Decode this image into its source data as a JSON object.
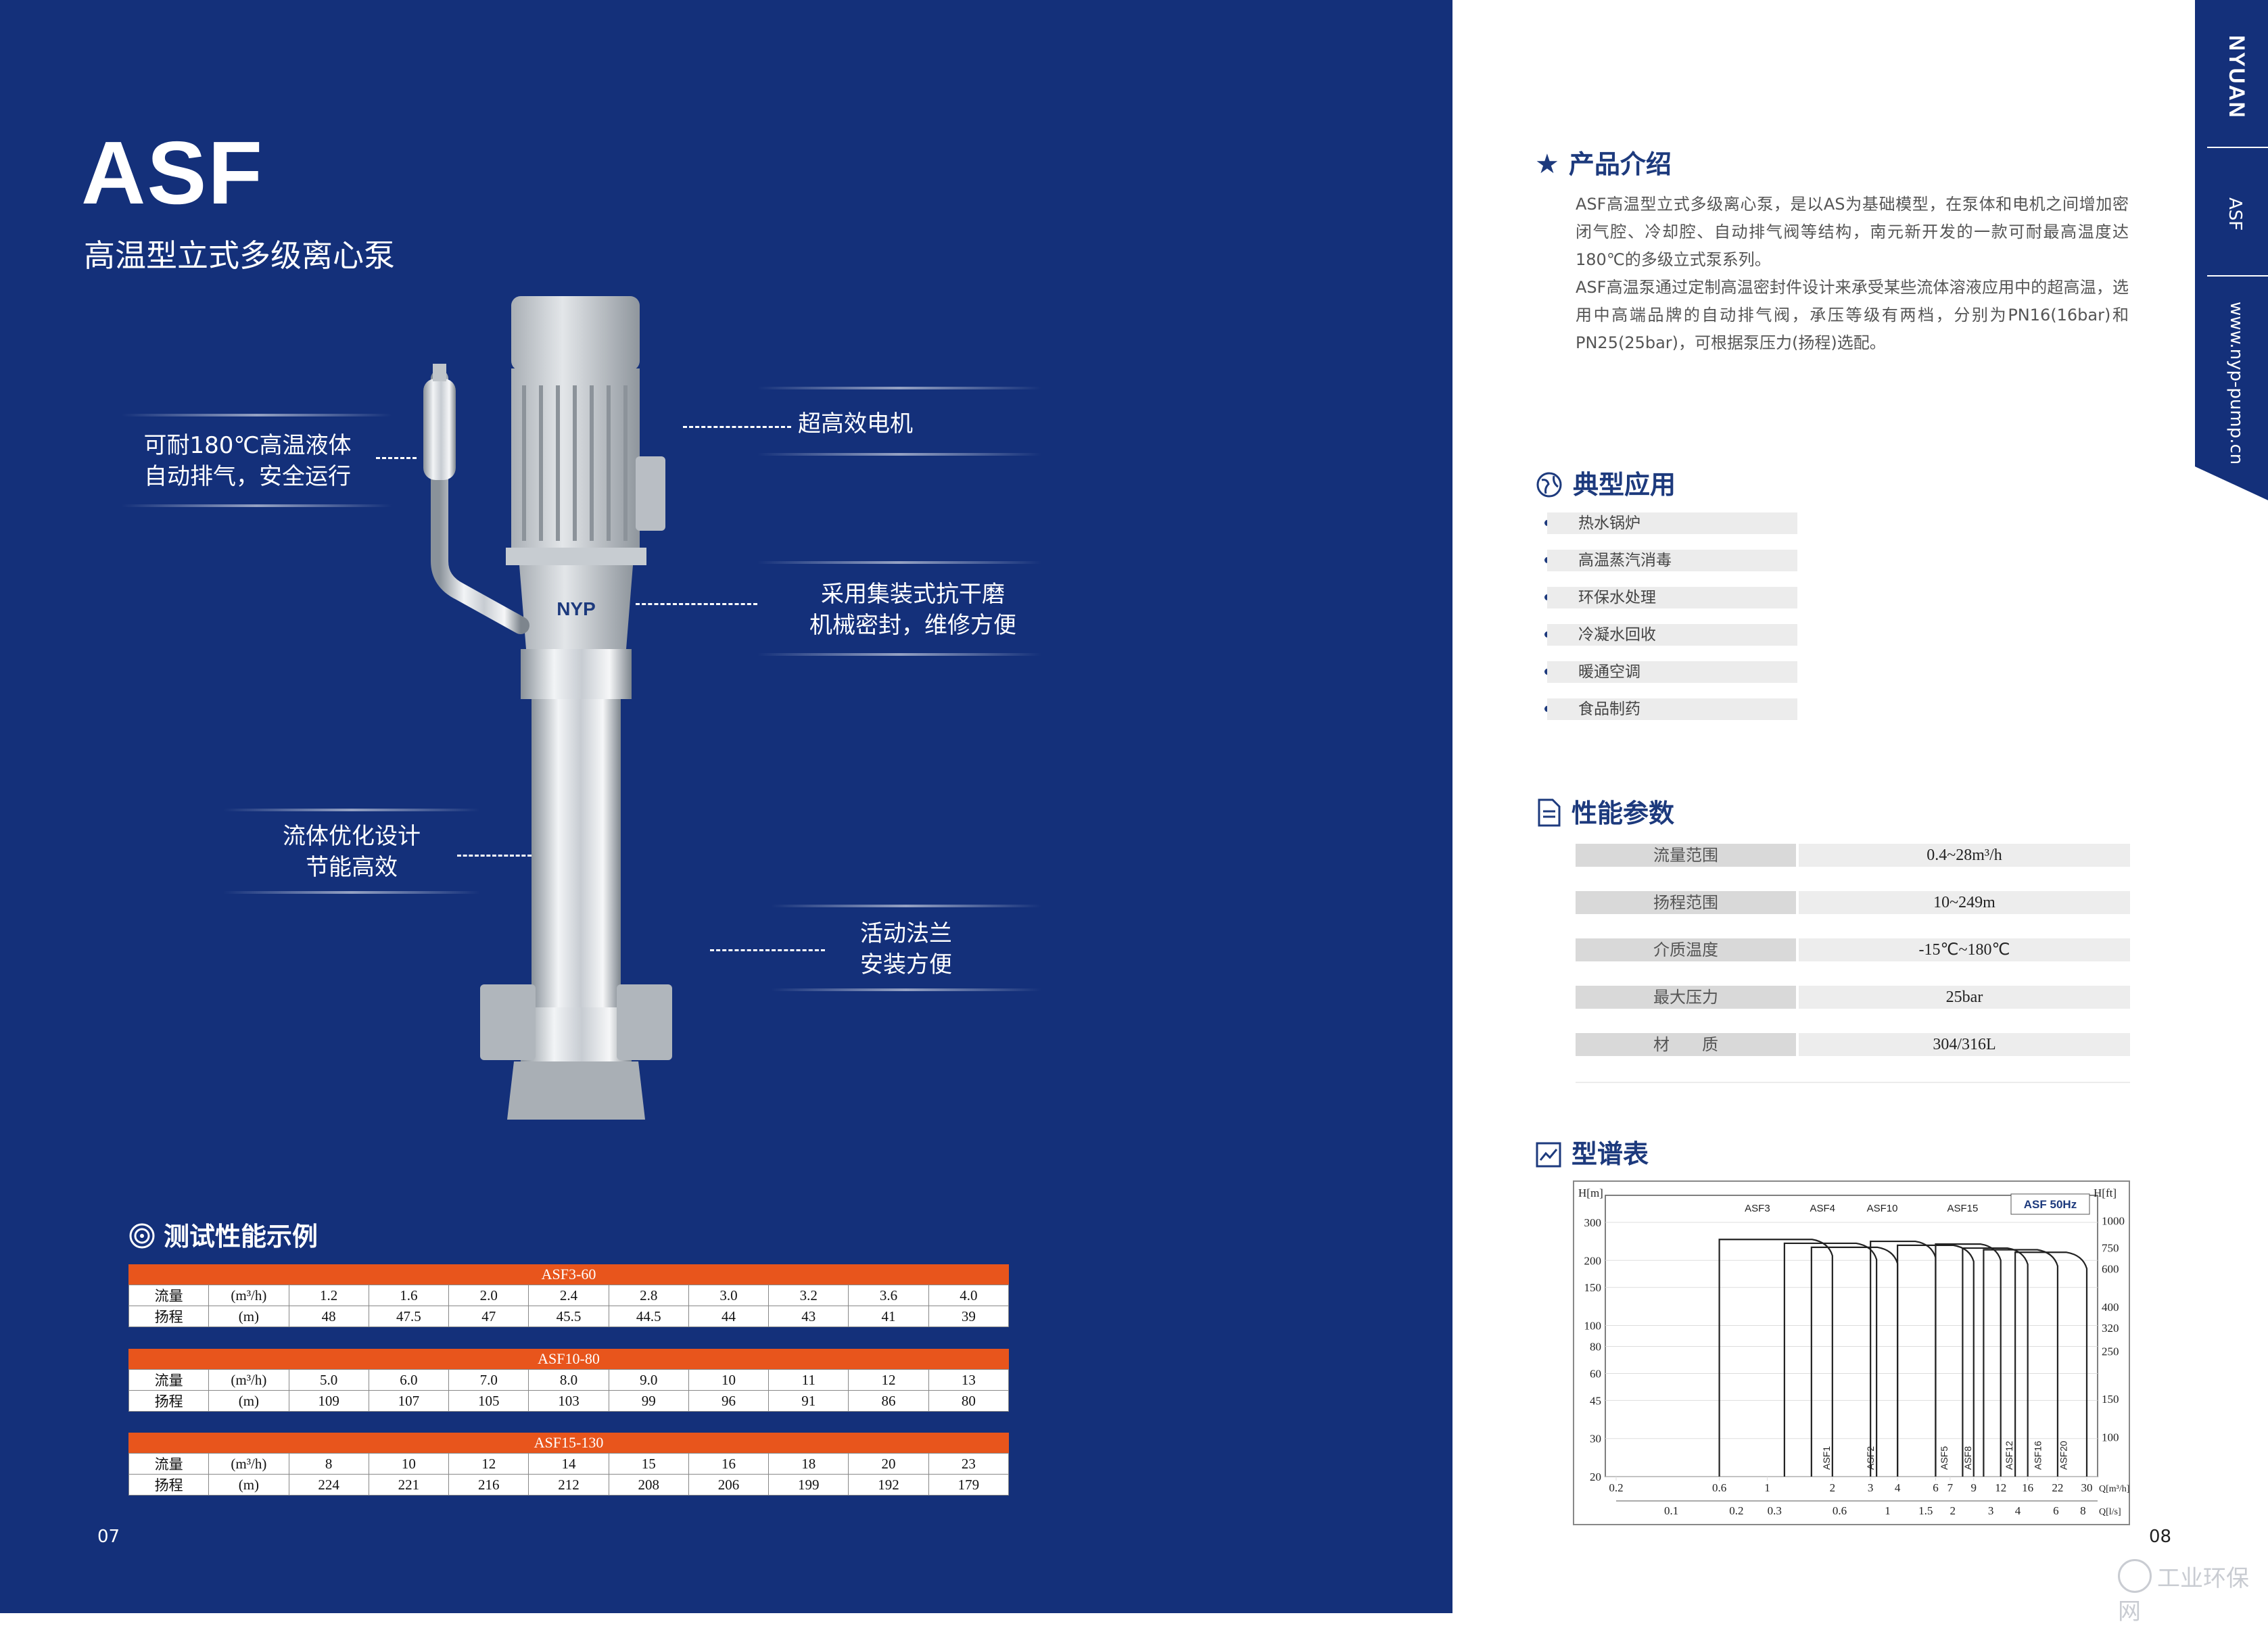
{
  "left_page": {
    "model": "ASF",
    "subtitle": "高温型立式多级离心泵",
    "pump_logo": "NYP",
    "callouts": {
      "c1": [
        "可耐180℃高温液体",
        "自动排气，安全运行"
      ],
      "c2": [
        "超高效电机"
      ],
      "c3": [
        "采用集装式抗干磨",
        "机械密封，维修方便"
      ],
      "c4": [
        "流体优化设计",
        "节能高效"
      ],
      "c5": [
        "活动法兰",
        "安装方便"
      ]
    },
    "test_title": "测试性能示例",
    "test_tables": [
      {
        "name": "ASF3-60",
        "rows": [
          [
            "流量",
            "(m³/h)",
            "1.2",
            "1.6",
            "2.0",
            "2.4",
            "2.8",
            "3.0",
            "3.2",
            "3.6",
            "4.0"
          ],
          [
            "扬程",
            "(m)",
            "48",
            "47.5",
            "47",
            "45.5",
            "44.5",
            "44",
            "43",
            "41",
            "39"
          ]
        ]
      },
      {
        "name": "ASF10-80",
        "rows": [
          [
            "流量",
            "(m³/h)",
            "5.0",
            "6.0",
            "7.0",
            "8.0",
            "9.0",
            "10",
            "11",
            "12",
            "13"
          ],
          [
            "扬程",
            "(m)",
            "109",
            "107",
            "105",
            "103",
            "99",
            "96",
            "91",
            "86",
            "80"
          ]
        ]
      },
      {
        "name": "ASF15-130",
        "rows": [
          [
            "流量",
            "(m³/h)",
            "8",
            "10",
            "12",
            "14",
            "15",
            "16",
            "18",
            "20",
            "23"
          ],
          [
            "扬程",
            "(m)",
            "224",
            "221",
            "216",
            "212",
            "208",
            "206",
            "199",
            "192",
            "179"
          ]
        ]
      }
    ],
    "page_number": "07"
  },
  "right_page": {
    "intro": {
      "title": "产品介绍",
      "p1": "ASF高温型立式多级离心泵，是以AS为基础模型，在泵体和电机之间增加密闭气腔、冷却腔、自动排气阀等结构，南元新开发的一款可耐最高温度达180℃的多级立式泵系列。",
      "p2": "ASF高温泵通过定制高温密封件设计来承受某些流体溶液应用中的超高温，选用中高端品牌的自动排气阀，承压等级有两档，分别为PN16(16bar)和PN25(25bar)，可根据泵压力(扬程)选配。"
    },
    "apps": {
      "title": "典型应用",
      "items": [
        "热水锅炉",
        "高温蒸汽消毒",
        "环保水处理",
        "冷凝水回收",
        "暖通空调",
        "食品制药"
      ]
    },
    "params": {
      "title": "性能参数",
      "rows": [
        {
          "k": "流量范围",
          "v": "0.4~28m³/h"
        },
        {
          "k": "扬程范围",
          "v": "10~249m"
        },
        {
          "k": "介质温度",
          "v": "-15℃~180℃"
        },
        {
          "k": "最大压力",
          "v": "25bar"
        },
        {
          "k": "材　　质",
          "v": "304/316L"
        }
      ]
    },
    "chart_title": "型谱表",
    "page_number": "08",
    "brand": "NYUAN",
    "side_label": "ASF",
    "website": "www.nyp-pump.cn",
    "watermark": "工业环保网"
  },
  "chart_data": {
    "type": "area",
    "legend": "ASF 50Hz",
    "ylabel_left": "H[m]",
    "ylabel_right": "H[ft]",
    "xlabel_m3h": "Q[m³/h]",
    "xlabel_ls": "Q[l/s]",
    "y_ticks_m": [
      "300",
      "200",
      "150",
      "100",
      "80",
      "60",
      "45",
      "30",
      "20"
    ],
    "y_ticks_ft": [
      "1000",
      "750",
      "600",
      "400",
      "320",
      "250",
      "150",
      "100"
    ],
    "x_ticks_m3h": [
      "0.2",
      "0.6",
      "1",
      "2",
      "3",
      "4",
      "6",
      "7",
      "9",
      "12",
      "16",
      "22",
      "30"
    ],
    "x_ticks_ls": [
      "0.1",
      "0.2",
      "0.3",
      "0.6",
      "1",
      "1.5",
      "2",
      "3",
      "4",
      "6",
      "8"
    ],
    "series_top": [
      "ASF3",
      "ASF4",
      "ASF10",
      "ASF15"
    ],
    "series_bottom": [
      "ASF1",
      "ASF2",
      "ASF5",
      "ASF8",
      "ASF12",
      "ASF16",
      "ASF20"
    ]
  }
}
